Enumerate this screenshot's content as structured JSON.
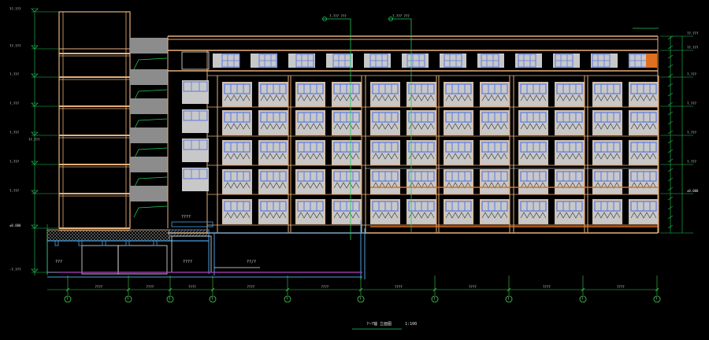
{
  "drawing": {
    "background": "#000000",
    "colors": {
      "outline": "#e8b07a",
      "window_panel": "#c8c8c8",
      "window_frame": "#5a78e0",
      "dimension": "#22c85a",
      "axis": "#3ad24a",
      "section_line": "#4aa0e0",
      "stair_fill": "#8c8c8c",
      "hatch": "#a0a0a0",
      "basement_line": "#b040c0",
      "white_line": "#e8e8e8",
      "accent_orange": "#e07020"
    },
    "title_block": {
      "caption": "?~?轴 立面图",
      "scale": "1:100"
    },
    "callouts": [
      {
        "id": "c1",
        "text": "?.??? ???"
      },
      {
        "id": "c2",
        "text": "?.??? ???"
      }
    ],
    "room_labels": [
      {
        "id": "r1",
        "text": "????"
      },
      {
        "id": "r2",
        "text": "???"
      },
      {
        "id": "r3",
        "text": "????"
      },
      {
        "id": "r4",
        "text": "??/?"
      }
    ],
    "left_levels": [
      {
        "id": "l0",
        "text": "??.???"
      },
      {
        "id": "l1",
        "text": "??.???"
      },
      {
        "id": "l2",
        "text": "?.???"
      },
      {
        "id": "l3",
        "text": "?.???"
      },
      {
        "id": "l4",
        "text": "?.???"
      },
      {
        "id": "l5",
        "text": "?.???"
      },
      {
        "id": "l6",
        "text": "?.???"
      },
      {
        "id": "l7",
        "text": "±0.000"
      },
      {
        "id": "l8",
        "text": "-?.???"
      }
    ],
    "right_levels": [
      {
        "id": "rl1",
        "text": "??.???"
      },
      {
        "id": "rl2",
        "text": "??.???"
      },
      {
        "id": "rl3",
        "text": "?.???"
      },
      {
        "id": "rl4",
        "text": "?.???"
      },
      {
        "id": "rl5",
        "text": "?.???"
      },
      {
        "id": "rl6",
        "text": "?.???"
      },
      {
        "id": "rl7",
        "text": "±0.000"
      }
    ],
    "axis_markers": [
      "?",
      "?",
      "?",
      "?",
      "?",
      "?",
      "?",
      "?",
      "?",
      "?"
    ],
    "bottom_dims": [
      "????",
      "????",
      "????",
      "????",
      "????",
      "????",
      "????",
      "????",
      "????"
    ],
    "window_panel_caption": "",
    "overall_height_label": "??.???"
  }
}
